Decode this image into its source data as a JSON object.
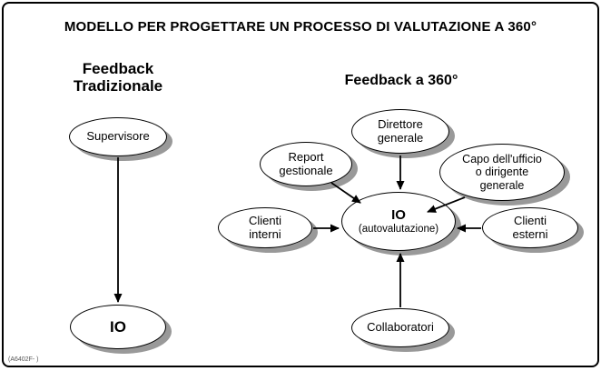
{
  "title": "MODELLO PER PROGETTARE UN PROCESSO DI VALUTAZIONE A 360°",
  "left_section": {
    "heading": "Feedback\nTradizionale"
  },
  "right_section": {
    "heading": "Feedback a 360°"
  },
  "nodes": {
    "supervisore": {
      "label": "Supervisore"
    },
    "io_left": {
      "label": "IO"
    },
    "direttore": {
      "label": "Direttore\ngenerale"
    },
    "capo": {
      "label": "Capo dell'ufficio\no dirigente\ngenerale"
    },
    "report": {
      "label": "Report\ngestionale"
    },
    "clienti_interni": {
      "label": "Clienti\ninterni"
    },
    "clienti_esterni": {
      "label": "Clienti\nesterni"
    },
    "collaboratori": {
      "label": "Collaboratori"
    },
    "center": {
      "title": "IO",
      "subtitle": "(autovalutazione)"
    }
  },
  "footer": {
    "code": "(A6402F- )"
  },
  "colors": {
    "background": "#ffffff",
    "outline": "#000000",
    "shadow": "#999999"
  }
}
